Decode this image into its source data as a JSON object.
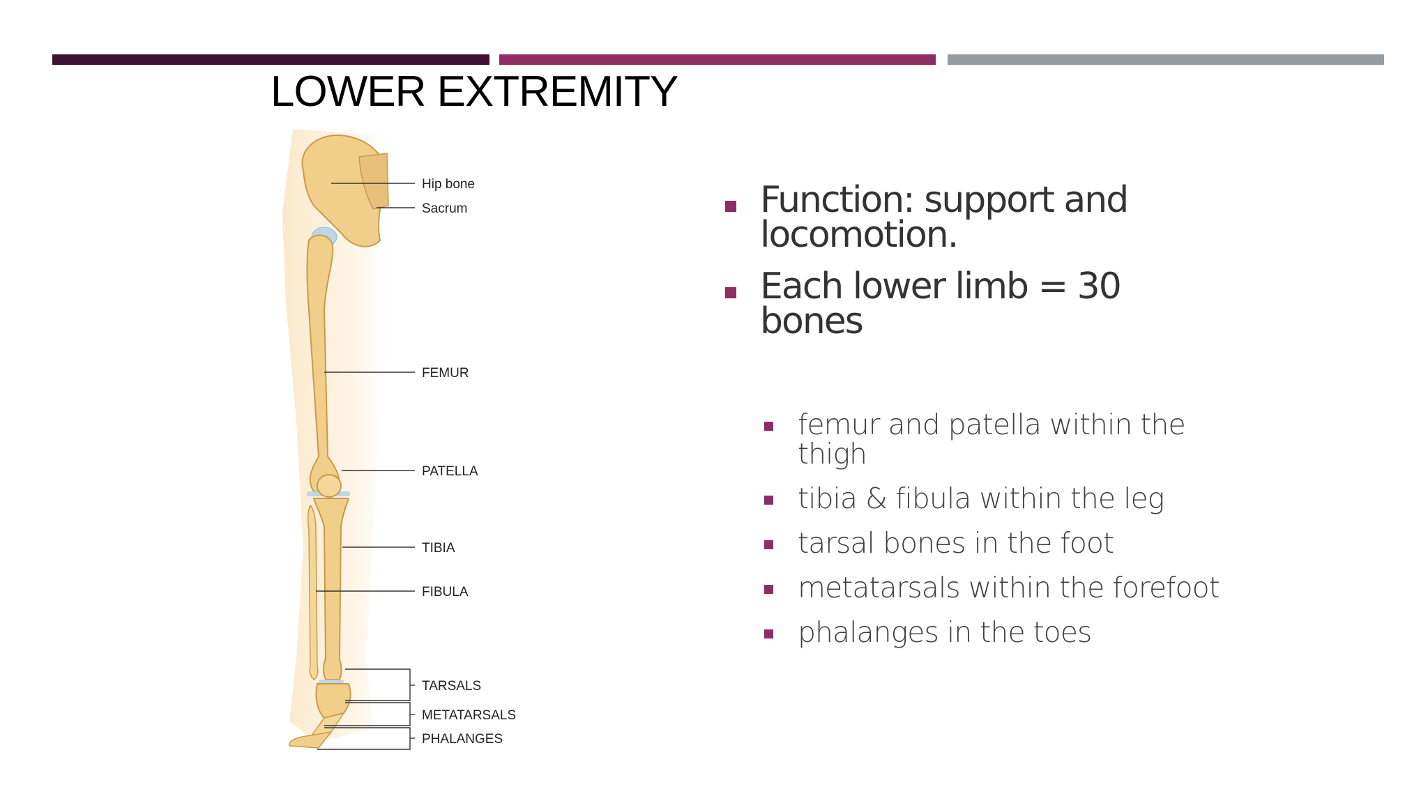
{
  "colors": {
    "bar_dark": "#3e1230",
    "bar_magenta": "#8f2c63",
    "bar_gray": "#949ca1",
    "bullet": "#8f2c63",
    "bone": "#f1cf8a",
    "flesh": "#fbe7c8"
  },
  "slide": {
    "title": "LOWER EXTREMITY"
  },
  "figure": {
    "labels": {
      "hip_bone": "Hip bone",
      "sacrum": "Sacrum",
      "femur": "FEMUR",
      "patella": "PATELLA",
      "tibia": "TIBIA",
      "fibula": "FIBULA",
      "tarsals": "TARSALS",
      "metatarsals": "METATARSALS",
      "phalanges": "PHALANGES"
    }
  },
  "bullets": [
    {
      "text": "Function:  support and locomotion."
    },
    {
      "text": "Each lower limb = 30 bones"
    }
  ],
  "sub_bullets": [
    {
      "text": "femur and patella within the thigh"
    },
    {
      "text": "tibia & fibula within the leg"
    },
    {
      "text": "tarsal bones in the foot"
    },
    {
      "text": "metatarsals within the forefoot"
    },
    {
      "text": "phalanges in the toes"
    }
  ]
}
